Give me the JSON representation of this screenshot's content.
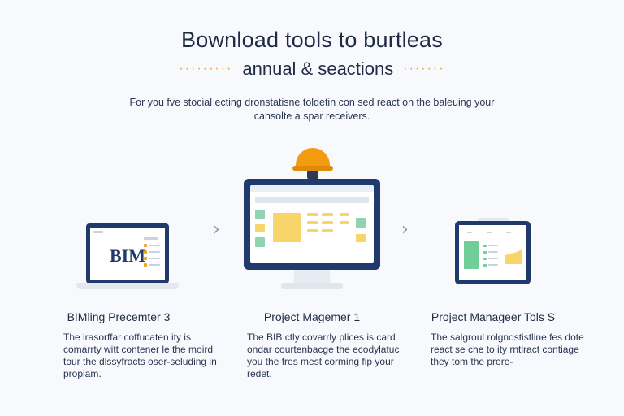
{
  "header": {
    "title": "Bownload tools to burtleas",
    "subtitle": "annual & seactions",
    "dots_left": "·········",
    "dots_right": "·······",
    "intro": "For you fve stocial ecting dronstatisne toldetin con sed react on the baleuing your cansolte a spar receivers."
  },
  "items": [
    {
      "title": "BIMling Precemter 3",
      "text": "The lrasorffar coffucaten ity is comarrty witt contener le the moird tour the dlssyfracts oser-seluding in proplam.",
      "screen_label": "BIM"
    },
    {
      "title": "Project Magemer 1",
      "text": "The BIB ctly covarrly plices is card ondar courtenbacge the ecodylatuc you the fres mest corming fip your redet."
    },
    {
      "title": "Project Manageer Tols S",
      "text": "The salgroul rolgnostistline fes dote react se che to ity rntlract contiage they tom the prore-"
    }
  ],
  "arrows": [
    "›",
    "›"
  ],
  "icons": [
    "hard-hat-icon",
    "chevron-right-icon"
  ],
  "colors": {
    "navy": "#203a6b",
    "orange": "#f39c12",
    "yellow": "#f7d56a",
    "green": "#6fcf97",
    "background": "#f7f9fc"
  }
}
